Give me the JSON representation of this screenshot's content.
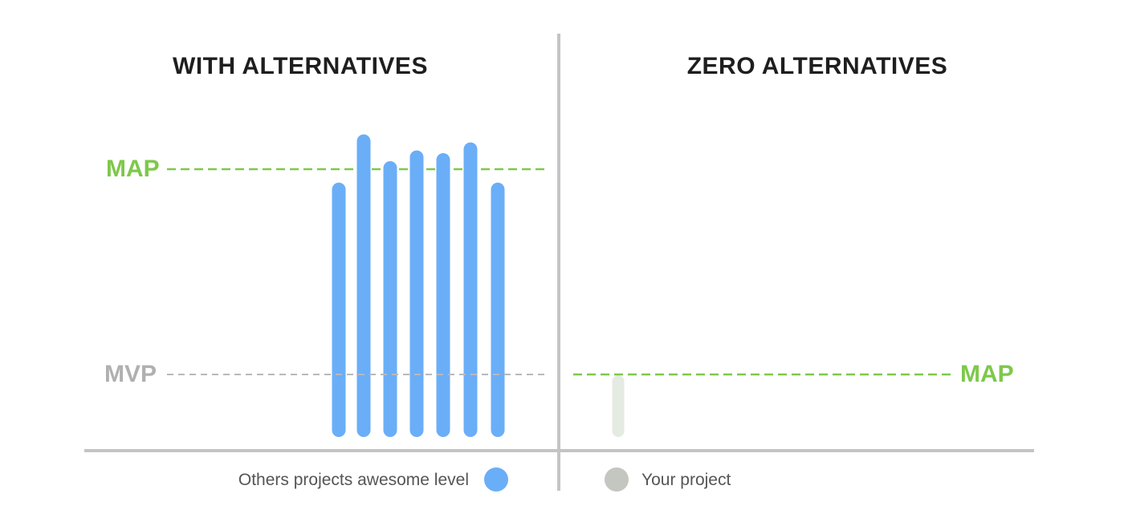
{
  "colors": {
    "bar": "#6aaef8",
    "map_line": "#7ec84a",
    "mvp_line": "#b9b9b9",
    "mvp_text": "#b0b0b0",
    "axis": "#c4c4c4",
    "title": "#1e1e1e",
    "legend_text": "#555555",
    "your_project": "#c4c6c0",
    "your_project_bar": "#e4ebe2"
  },
  "left_panel": {
    "title": "WITH ALTERNATIVES",
    "map_label": "MAP",
    "mvp_label": "MVP",
    "legend_label": "Others projects awesome level",
    "legend_icon": "blue-dot"
  },
  "right_panel": {
    "title": "ZERO ALTERNATIVES",
    "map_label": "MAP",
    "legend_label": "Your project",
    "legend_icon": "gray-dot"
  },
  "chart_data": [
    {
      "type": "bar",
      "title": "WITH ALTERNATIVES",
      "reference_lines": [
        {
          "label": "MAP",
          "value": 1.0
        },
        {
          "label": "MVP",
          "value": 0.23
        }
      ],
      "values": [
        0.95,
        1.13,
        1.03,
        1.07,
        1.06,
        1.1,
        0.95
      ],
      "series_legend": "Others projects awesome level"
    },
    {
      "type": "bar",
      "title": "ZERO ALTERNATIVES",
      "reference_lines": [
        {
          "label": "MAP",
          "value": 0.23
        }
      ],
      "values": [
        0.23
      ],
      "series_legend": "Your project"
    }
  ]
}
